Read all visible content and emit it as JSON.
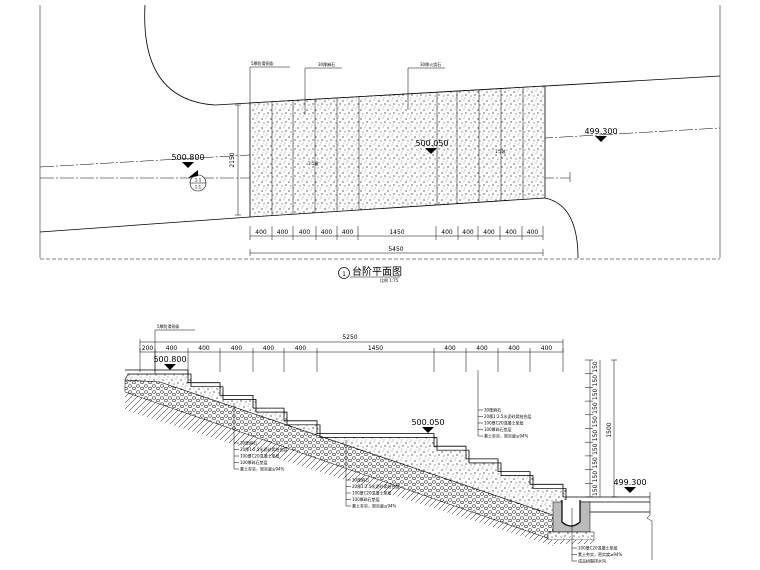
{
  "plan": {
    "labels": {
      "anti_slip": "5厚防滑铜条",
      "stone_a": "30厚麻石",
      "stone_b": "30厚火烧石"
    },
    "elevations": {
      "left": "500.800",
      "mid": "500.050",
      "right": "499.300"
    },
    "slope_labels": [
      "1:5坡",
      "1:5坡"
    ],
    "width_dim": "2150",
    "section_marker": {
      "top": "1-1",
      "bottom": "1:1"
    },
    "dims": [
      "400",
      "400",
      "400",
      "400",
      "400",
      "1450",
      "400",
      "400",
      "400",
      "400",
      "400"
    ],
    "total_dim": "5450",
    "title": {
      "number": "1",
      "text": "台阶平面图",
      "scale": "比例 1:75"
    }
  },
  "section": {
    "anti_slip": "5厚防滑铜条",
    "total_dim": "5250",
    "dims": [
      "200",
      "400",
      "400",
      "400",
      "400",
      "400",
      "1450",
      "400",
      "400",
      "400",
      "400"
    ],
    "elevations": {
      "top": "500.800",
      "mid": "500.050",
      "bottom": "499.300"
    },
    "riser_dims": [
      "150",
      "150",
      "150",
      "150",
      "150",
      "150",
      "150",
      "150",
      "150",
      "150"
    ],
    "riser_total": "1500",
    "layers_left": [
      "30厚麻石",
      "20厚1:2.5水泥砂浆结合层",
      "100厚C20混凝土垫层",
      "100厚碎石垫层",
      "素土夯实，密实度≥94%"
    ],
    "layers_mid": [
      "30厚麻石",
      "20厚1:2.5水泥砂浆结合层",
      "100厚C20混凝土垫层",
      "100厚碎石垫层",
      "素土夯实，密实度≥94%"
    ],
    "layers_right": [
      "30厚麻石",
      "20厚1:2.5水泥砂浆结合层",
      "100厚C20混凝土垫层",
      "100厚碎石垫层",
      "素土夯实，密实度≥94%"
    ],
    "drain_labels": [
      "100厚C20混凝土垫层",
      "素土夯实，密实度≥94%",
      "成品树脂排水沟"
    ]
  }
}
